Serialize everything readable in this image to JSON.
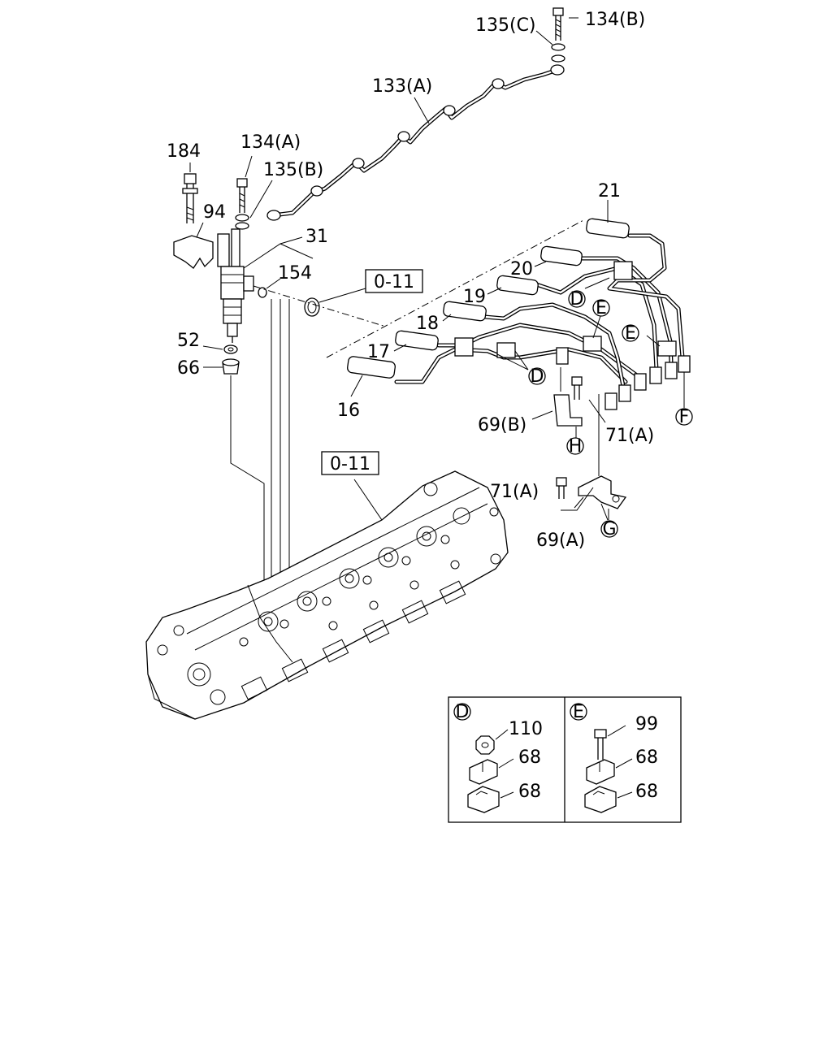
{
  "callouts": {
    "p135c": "135(C)",
    "p134b": "134(B)",
    "p133a": "133(A)",
    "p184": "184",
    "p134a": "134(A)",
    "p135b": "135(B)",
    "p94": "94",
    "p31": "31",
    "p154": "154",
    "p52": "52",
    "p66": "66",
    "p21": "21",
    "p20": "20",
    "p19": "19",
    "p18": "18",
    "p17": "17",
    "p16": "16",
    "p69b": "69(B)",
    "p71a_1": "71(A)",
    "p71a_2": "71(A)",
    "p69a": "69(A)"
  },
  "refs": {
    "ref_a": "0-11",
    "ref_b": "0-11"
  },
  "markers": {
    "d1": "D",
    "d2": "D",
    "e1": "E",
    "e2": "E",
    "f": "F",
    "g": "G",
    "h": "H"
  },
  "detail_d": {
    "title": "D",
    "p110": "110",
    "p68_upper": "68",
    "p68_lower": "68"
  },
  "detail_e": {
    "title": "E",
    "p99": "99",
    "p68_upper": "68",
    "p68_lower": "68"
  }
}
